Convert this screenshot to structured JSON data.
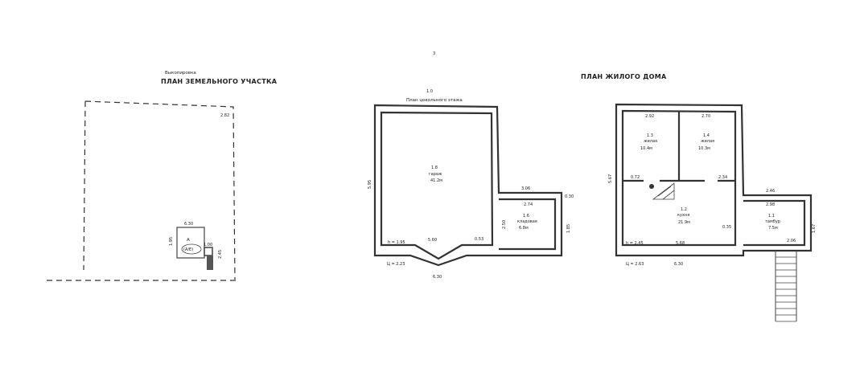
{
  "site_plan": {
    "caption_top": "Выкопировка",
    "title": "ПЛАН ЗЕМЕЛЬНОГО УЧАСТКА",
    "dim_top_right": "2.82",
    "building_width": "6.30",
    "building_label_a": "А",
    "building_label_ab": "(А/Е)",
    "shed_width": "1.00",
    "dim_left": "1.95",
    "dim_right": "2.45"
  },
  "page_mark": "3",
  "basement_plan": {
    "title": "План цокольного этажа",
    "title_index": "1.0",
    "room_big_no": "1.8",
    "room_big_name": "гараж",
    "room_big_area": "41.2м",
    "room_small_no": "1.6",
    "room_small_name": "кладовая",
    "room_small_area": "6.8м",
    "dim_left_height": "5.95",
    "dim_bottom_left": "h = 1.95",
    "dim_bottom_mid": "5.60",
    "dim_bottom_right": "0.53",
    "dim_total_width": "6.30",
    "dim_level": "Ц = 2.23",
    "dim_annex_top": "3.06",
    "dim_annex_inner": "2.74",
    "dim_annex_step": "0.30",
    "dim_annex_h": "2.50",
    "dim_annex_r": "1.85"
  },
  "floor_plan": {
    "title": "ПЛАН ЖИЛОГО ДОМА",
    "room1_no": "1.3",
    "room1_name": "жилая",
    "room1_area": "10.4м",
    "room2_no": "1.4",
    "room2_name": "жилая",
    "room2_area": "10.3м",
    "room3_no": "1.2",
    "room3_name": "кухня",
    "room3_area": "21.9м",
    "room4_no": "1.1",
    "room4_name": "тамбур",
    "room4_area": "7.5м",
    "dim_top_left": "2.92",
    "dim_top_right": "2.70",
    "dim_left_mid": "0.72",
    "dim_right_mid": "2.34",
    "dim_left_height": "5.67",
    "dim_bottom_left": "h = 2.45",
    "dim_bottom_mid": "5.68",
    "dim_total_width": "6.30",
    "dim_level": "Ц = 2.63",
    "dim_annex_top": "2.46",
    "dim_annex_inner": "2.98",
    "dim_annex_side": "0.35",
    "dim_annex_right": "1.67",
    "dim_annex_bottom": "2.06"
  }
}
